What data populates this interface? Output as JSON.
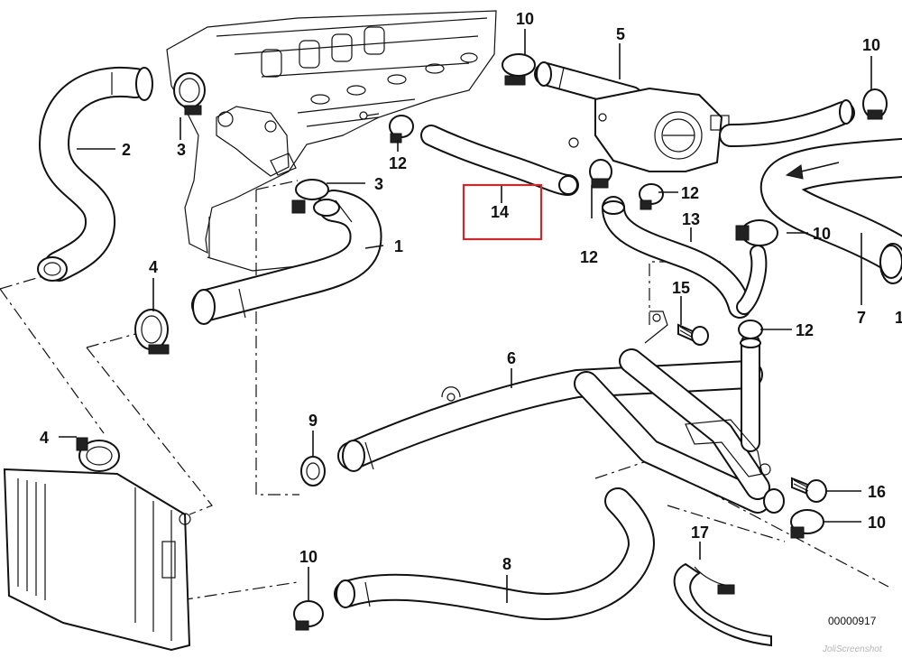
{
  "diagram": {
    "labels": [
      "10",
      "5",
      "10",
      "2",
      "3",
      "3",
      "1",
      "12",
      "14",
      "12",
      "12",
      "13",
      "10",
      "4",
      "15",
      "12",
      "7",
      "1",
      "6",
      "9",
      "4",
      "16",
      "10",
      "17",
      "10",
      "8"
    ],
    "code": "00000917",
    "watermark": "JoliScreenshot",
    "highlight_color": "#cc2a2a"
  }
}
